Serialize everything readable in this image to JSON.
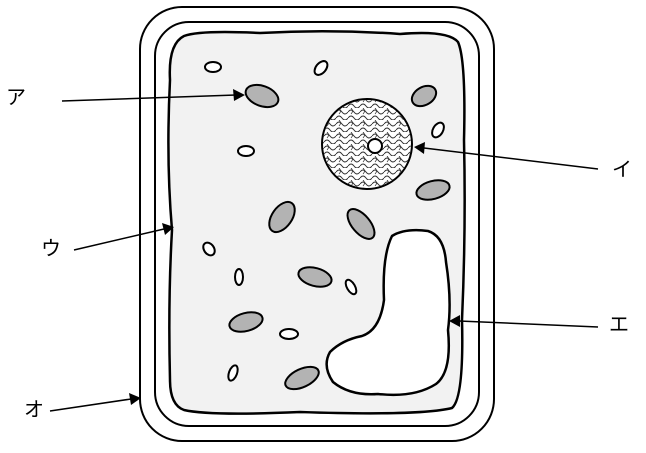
{
  "labels": {
    "a": "ア",
    "i": "イ",
    "u": "ウ",
    "e": "エ",
    "o": "オ"
  },
  "colors": {
    "cytoplasm": "#f2f2f2",
    "chloroplast": "#b3b3b3",
    "small_organelle": "#ffffff",
    "nucleus_pattern": "#333333",
    "outline": "#000000"
  }
}
